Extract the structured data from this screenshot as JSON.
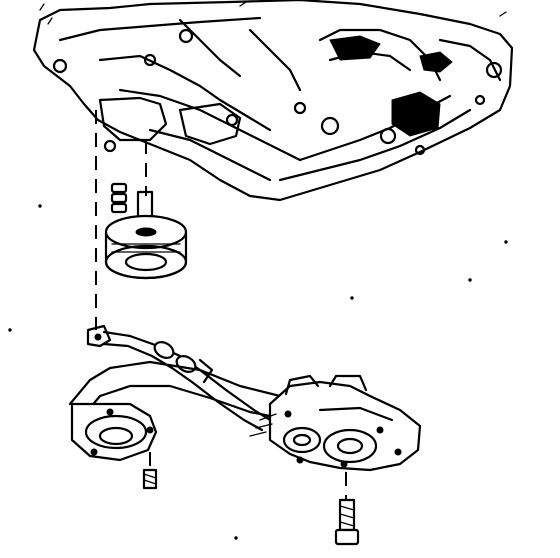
{
  "figure": {
    "description_visible_text": "",
    "components": [
      {
        "name": "transaxle-case"
      },
      {
        "name": "oil-pump-drive-hub"
      },
      {
        "name": "pickup-tube"
      },
      {
        "name": "oil-pump-body"
      },
      {
        "name": "pump-bolt"
      },
      {
        "name": "pickup-screw"
      },
      {
        "name": "alignment-pin"
      }
    ],
    "colors": {
      "ink": "#000000",
      "paper": "#ffffff"
    }
  }
}
